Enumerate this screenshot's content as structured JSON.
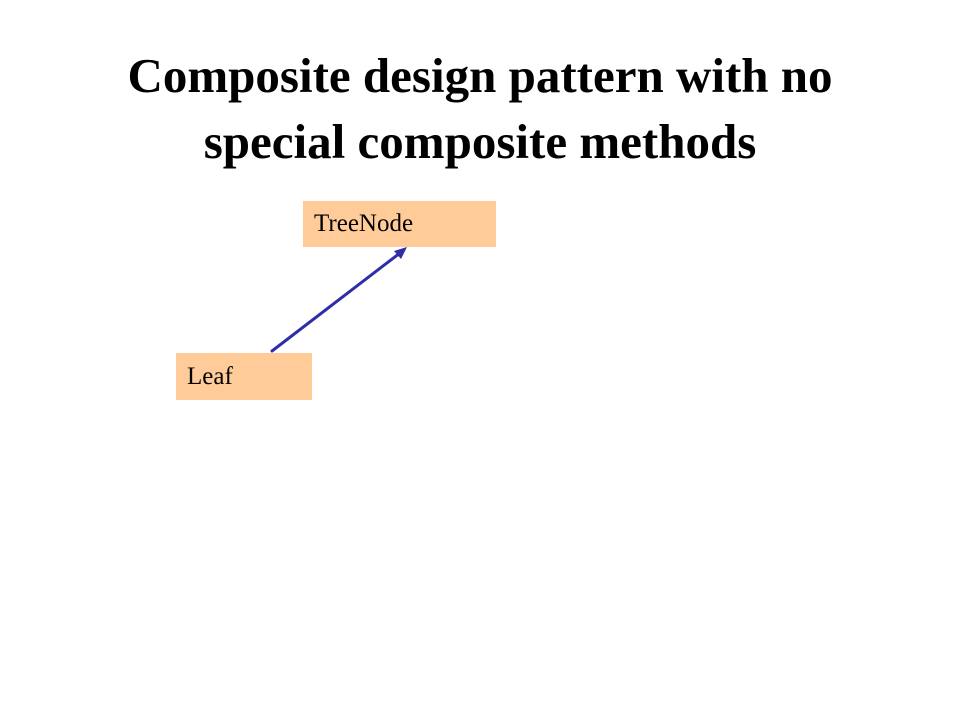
{
  "slide": {
    "title_line1": "Composite design pattern with no",
    "title_line2": "special composite methods"
  },
  "diagram": {
    "nodes": {
      "treenode": {
        "label": "TreeNode"
      },
      "leaf": {
        "label": "Leaf"
      }
    },
    "edge": {
      "from": "Leaf",
      "to": "TreeNode",
      "kind": "inheritance-arrow"
    }
  },
  "colors": {
    "box_fill": "#FFCC99",
    "arrow": "#2E2EA6",
    "text": "#000000",
    "background": "#FFFFFF"
  }
}
